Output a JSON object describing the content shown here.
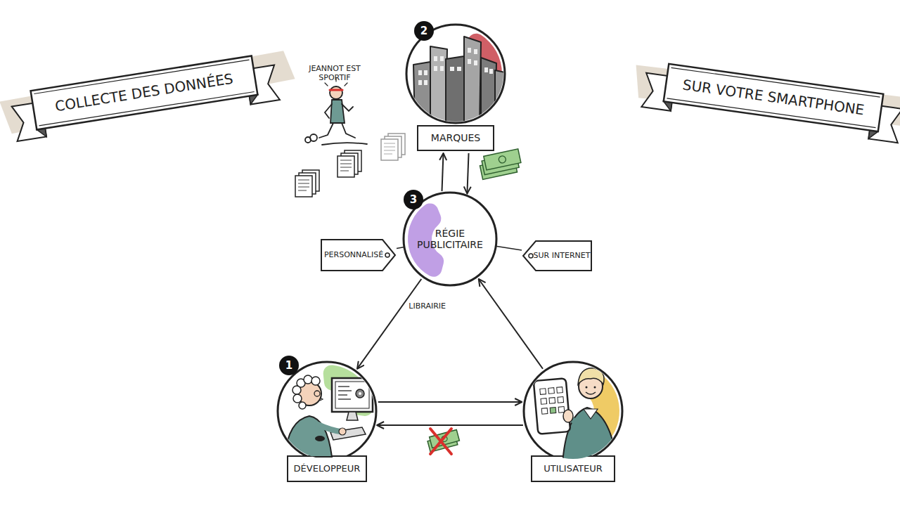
{
  "diagram": {
    "nodes": [
      {
        "text": [
          "COLLECTE DES DONNÉES"
        ]
      },
      {
        "text": [
          "MARQUES"
        ]
      },
      {
        "text": [
          "SUR VOTRE SMARTPHONE"
        ]
      },
      {
        "text": [
          "RÉGIE PUBLICITAIRE"
        ]
      },
      {
        "text": [
          "PERSONNALISÉ"
        ]
      },
      {
        "text": [
          "SUR INTERNET"
        ]
      },
      {
        "text": [
          "DÉVELOPPEUR"
        ]
      },
      {
        "text": [
          "UTILISATEUR"
        ]
      }
    ],
    "edges": [
      {
        "from": 3,
        "to": 1,
        "arrow": "to"
      },
      {
        "from": 1,
        "to": 3,
        "arrow": "to"
      },
      {
        "from": 3,
        "to": 6,
        "arrow": "to",
        "label": "LIBRAIRIE"
      },
      {
        "from": 7,
        "to": 3,
        "arrow": "to"
      },
      {
        "from": 6,
        "to": 7,
        "arrow": "to"
      },
      {
        "from": 7,
        "to": 6,
        "arrow": "to"
      },
      {
        "from": 4,
        "to": 3,
        "arrow": "none"
      },
      {
        "from": 5,
        "to": 3,
        "arrow": "none"
      }
    ],
    "labels": [
      "2",
      "JEANNOT EST SPORTIF",
      "3",
      "1"
    ]
  }
}
